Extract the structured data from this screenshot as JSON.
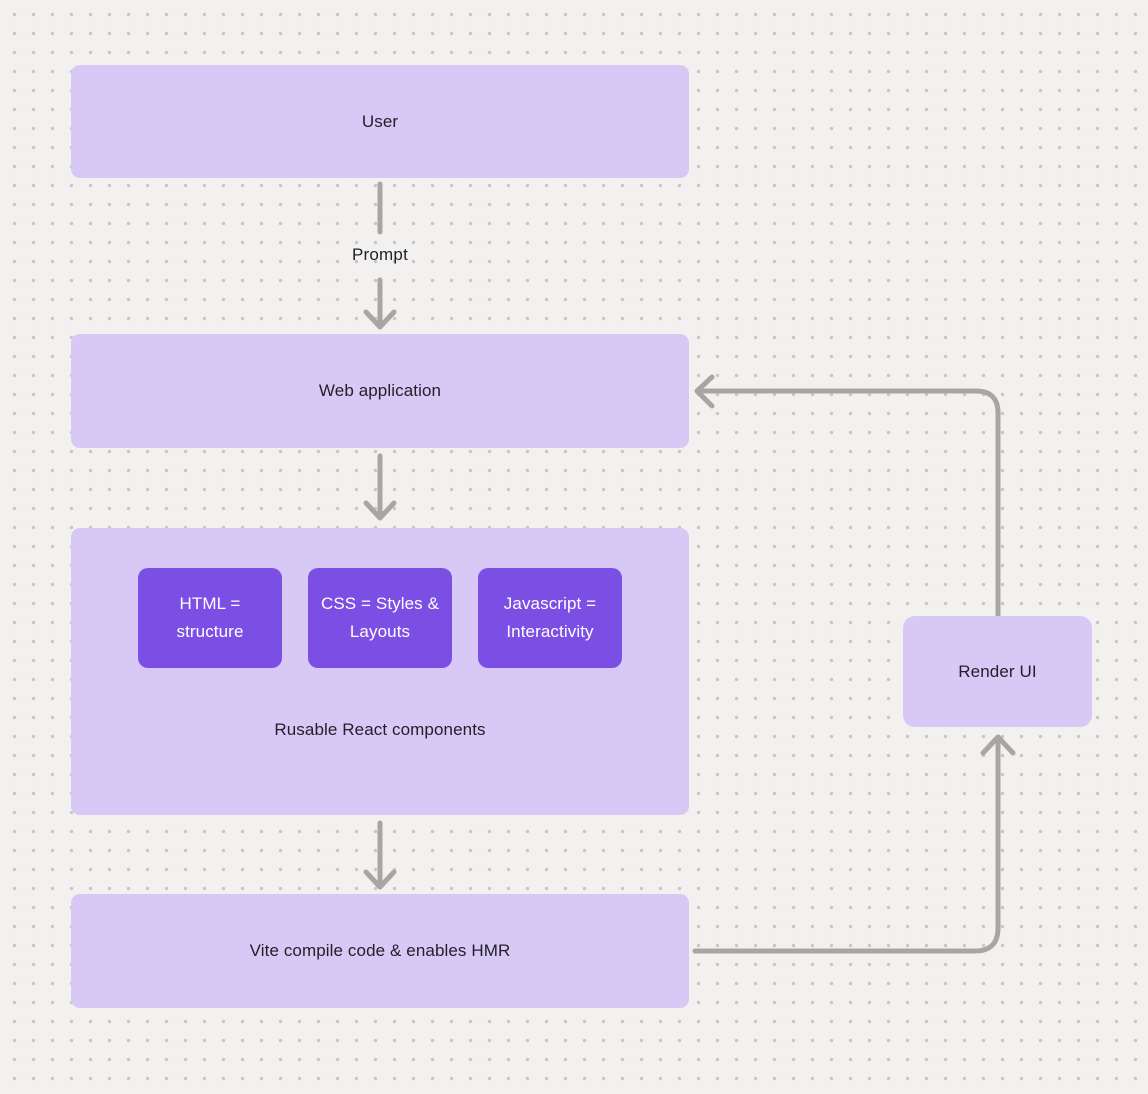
{
  "diagram": {
    "nodes": {
      "user": {
        "label": "User"
      },
      "web_application": {
        "label": "Web application"
      },
      "components_group": {
        "caption": "Rusable React components",
        "children": {
          "html": {
            "label": "HTML = structure"
          },
          "css": {
            "label": "CSS = Styles & Layouts"
          },
          "javascript": {
            "label": "Javascript = Interactivity"
          }
        }
      },
      "vite": {
        "label": "Vite compile code & enables HMR"
      },
      "render_ui": {
        "label": "Render UI"
      }
    },
    "edges": {
      "user_to_webapp": {
        "label": "Prompt",
        "direction": "down"
      },
      "webapp_to_components": {
        "label": "",
        "direction": "down"
      },
      "components_to_vite": {
        "label": "",
        "direction": "down"
      },
      "vite_to_render_ui": {
        "label": "",
        "direction": "right-then-up"
      },
      "render_ui_to_webapp": {
        "label": "",
        "direction": "up-then-left"
      }
    },
    "colors": {
      "background": "#f2f1f0",
      "dot_grid": "#c9c7c5",
      "node_fill": "#d7c8f6",
      "accent_fill": "#7c4fe4",
      "accent_text": "#ffffff",
      "node_text": "#1f2028",
      "connector": "#a8a6a4"
    }
  }
}
